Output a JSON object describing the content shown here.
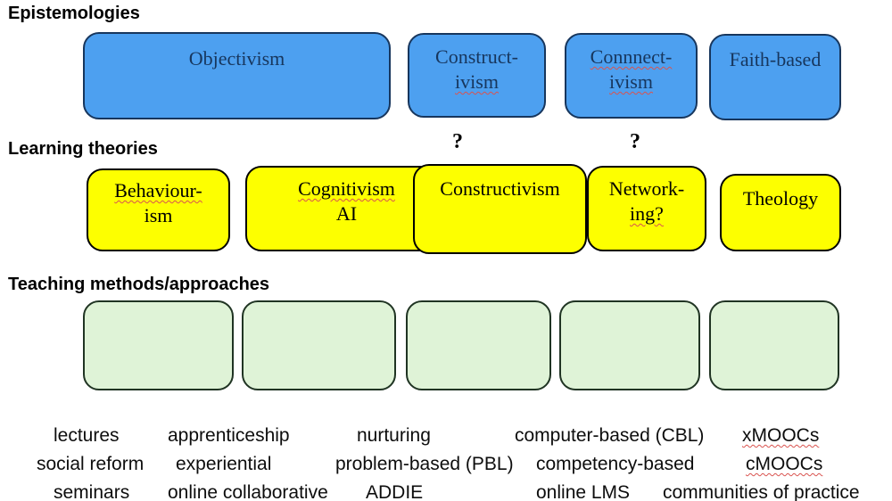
{
  "headings": {
    "epistemologies": "Epistemologies",
    "learning_theories": "Learning theories",
    "teaching_methods": "Teaching methods/approaches"
  },
  "colors": {
    "epistemology_fill": "#4DA0F0",
    "epistemology_border": "#17365D",
    "epistemology_text": "#17365D",
    "theory_fill": "#FDFF00",
    "theory_border": "#000000",
    "method_fill": "#DFF3D7",
    "method_border": "#203423",
    "spellcheck_squiggle": "#D9534F"
  },
  "epistemology_row": {
    "boxes": [
      {
        "lines": [
          "Objectivism"
        ]
      },
      {
        "lines": [
          "Construct-",
          "ivism"
        ]
      },
      {
        "lines": [
          "Connnect-",
          "ivism"
        ]
      },
      {
        "lines": [
          "Faith-based"
        ]
      }
    ]
  },
  "uncertainty_marks": {
    "left": "?",
    "right": "?"
  },
  "theory_row": {
    "boxes": [
      {
        "lines": [
          "Behaviour-",
          "ism"
        ]
      },
      {
        "lines": [
          "Cognitivism",
          "AI"
        ]
      },
      {
        "lines": [
          "Constructivism"
        ]
      },
      {
        "lines": [
          "Network-",
          "ing?"
        ]
      },
      {
        "lines": [
          "Theology"
        ]
      }
    ]
  },
  "method_row": {
    "box_count": 5,
    "boxes_empty": true
  },
  "method_examples": {
    "row1": [
      "lectures",
      "apprenticeship",
      "nurturing",
      "computer-based (CBL)",
      "xMOOCs"
    ],
    "row2": [
      "social reform",
      "experiential",
      "problem-based (PBL)",
      "competency-based",
      "cMOOCs"
    ],
    "row3": [
      "seminars",
      "online collaborative",
      "ADDIE",
      "online LMS",
      "communities of practice"
    ]
  },
  "misspelled_terms": [
    "ivism",
    "Connnect-",
    "Behaviour-",
    "Cognitivism",
    "ing?",
    "xMOOCs",
    "cMOOCs"
  ]
}
